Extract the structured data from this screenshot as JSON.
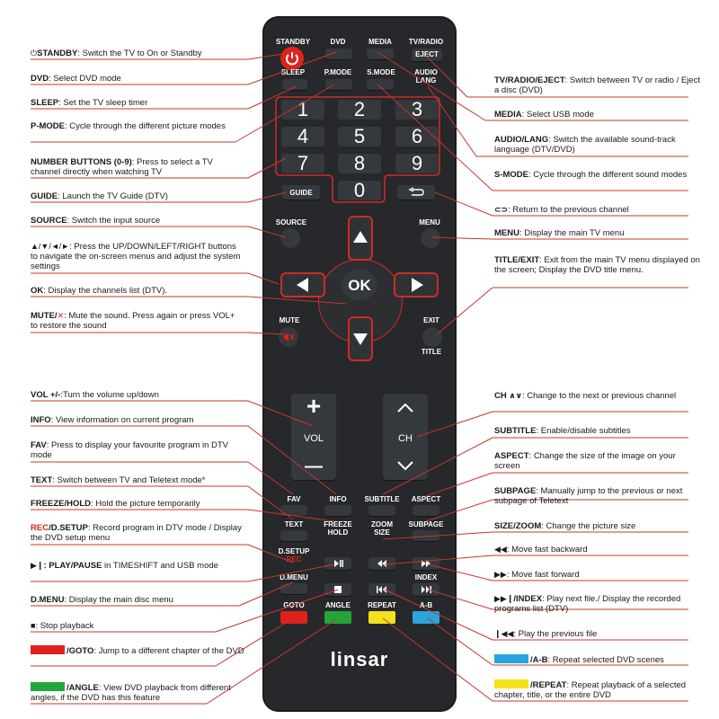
{
  "remote": {
    "top_labels": [
      "STANDBY",
      "DVD",
      "MEDIA",
      "TV/RADIO"
    ],
    "eject": "EJECT",
    "row2": [
      "SLEEP",
      "P.MODE",
      "S.MODE"
    ],
    "audio_lang": "AUDIO LANG",
    "digits": [
      "1",
      "2",
      "3",
      "4",
      "5",
      "6",
      "7",
      "8",
      "9",
      "0"
    ],
    "guide": "GUIDE",
    "source": "SOURCE",
    "menu": "MENU",
    "ok": "OK",
    "mute": "MUTE",
    "exit": "EXIT",
    "title": "TITLE",
    "vol": "VOL",
    "plus": "+",
    "minus": "—",
    "ch": "CH",
    "fav": "FAV",
    "info": "INFO",
    "subtitle": "SUBTITLE",
    "aspect": "ASPECT",
    "text": "TEXT",
    "freeze_hold": "FREEZE HOLD",
    "zoom_size": "ZOOM SIZE",
    "subpage": "SUBPAGE",
    "dsetup": "D.SETUP",
    "rec": "REC",
    "index": "INDEX",
    "dmenu": "D.MENU",
    "bottom_labels": [
      "GOTO",
      "ANGLE",
      "REPEAT",
      "A-B"
    ],
    "brand": "linsar",
    "colors": {
      "red": "#e0211b",
      "green": "#22a53a",
      "yellow": "#f4e21c",
      "blue": "#2aa4de",
      "body": "#26282b",
      "button": "#35383c"
    }
  },
  "left_notes": [
    {
      "key": "STANDBY",
      "text": ": Switch the TV to On or Standby"
    },
    {
      "key": "DVD",
      "text": ": Select DVD mode"
    },
    {
      "key": "SLEEP",
      "text": ": Set the TV sleep timer"
    },
    {
      "key": "P-MODE",
      "text": ": Cycle through the different picture modes"
    },
    {
      "key": "NUMBER BUTTONS (0-9)",
      "text": ": Press to select a TV channel directly when watching TV"
    },
    {
      "key": "GUIDE",
      "text": ": Launch the TV Guide (DTV)"
    },
    {
      "key": "SOURCE",
      "text": ": Switch the input source"
    },
    {
      "key": "",
      "text": ": Press the UP/DOWN/LEFT/RIGHT buttons to navigate the on-screen menus and adjust the system settings"
    },
    {
      "key": "OK",
      "text": ": Display the channels list (DTV)."
    },
    {
      "key": "MUTE/",
      "text": ": Mute the sound. Press again or press VOL+ to restore the sound"
    },
    {
      "key": "VOL +/-",
      "text": ":Turn the volume up/down"
    },
    {
      "key": "INFO",
      "text": ": View information on current program"
    },
    {
      "key": "FAV",
      "text": ": Press to display your favourite program in DTV mode"
    },
    {
      "key": "TEXT",
      "text": ": Switch between TV and Teletext mode*"
    },
    {
      "key": "FREEZE/HOLD",
      "text": ": Hold the picture temporarily"
    },
    {
      "key": "REC",
      "key2": "/D.SETUP",
      "text": ": Record program in DTV mode / Display the DVD setup menu"
    },
    {
      "key": ": PLAY/PAUSE",
      "text": " in TIMESHIFT and USB mode"
    },
    {
      "key": "D.MENU",
      "text": ": Display the main disc menu"
    },
    {
      "key": "",
      "text": ": Stop playback"
    },
    {
      "key": "/GOTO",
      "text": ": Jump to a different chapter of the DVD"
    },
    {
      "key": "/ANGLE",
      "text": ": View DVD playback from different angles, if the DVD has this feature"
    }
  ],
  "right_notes": [
    {
      "key": "TV/RADIO/EJECT",
      "text": ": Switch between TV or radio / Eject a disc (DVD)"
    },
    {
      "key": "MEDIA",
      "text": ": Select USB mode"
    },
    {
      "key": "AUDIO/LANG",
      "text": ": Switch the available sound-track language (DTV/DVD)"
    },
    {
      "key": "S-MODE",
      "text": ": Cycle through the different sound modes"
    },
    {
      "key": "",
      "text": ": Return to the previous channel"
    },
    {
      "key": "MENU",
      "text": ": Display the main TV menu"
    },
    {
      "key": "TITLE/EXIT",
      "text": ": Exit from the main TV menu displayed on the screen; Display the DVD title menu."
    },
    {
      "key": "CH",
      "text": ": Change to the next or previous channel"
    },
    {
      "key": "SUBTITLE",
      "text": ": Enable/disable subtitles"
    },
    {
      "key": "ASPECT",
      "text": ": Change the size of the image on your screen"
    },
    {
      "key": "SUBPAGE",
      "text": ": Manually jump to the previous or next subpage of Teletext"
    },
    {
      "key": "SIZE/ZOOM",
      "text": ": Change the picture size"
    },
    {
      "key": "",
      "text": ": Move fast backward"
    },
    {
      "key": "",
      "text": ": Move fast forward"
    },
    {
      "key": "/INDEX",
      "text": ": Play next file./ Display the recorded programs list (DTV)"
    },
    {
      "key": "",
      "text": ": Play the previous file"
    },
    {
      "key": "/A-B",
      "text": ": Repeat selected DVD scenes"
    },
    {
      "key": "/REPEAT",
      "text": ": Repeat playback of a selected chapter, title, or the entire DVD"
    }
  ]
}
